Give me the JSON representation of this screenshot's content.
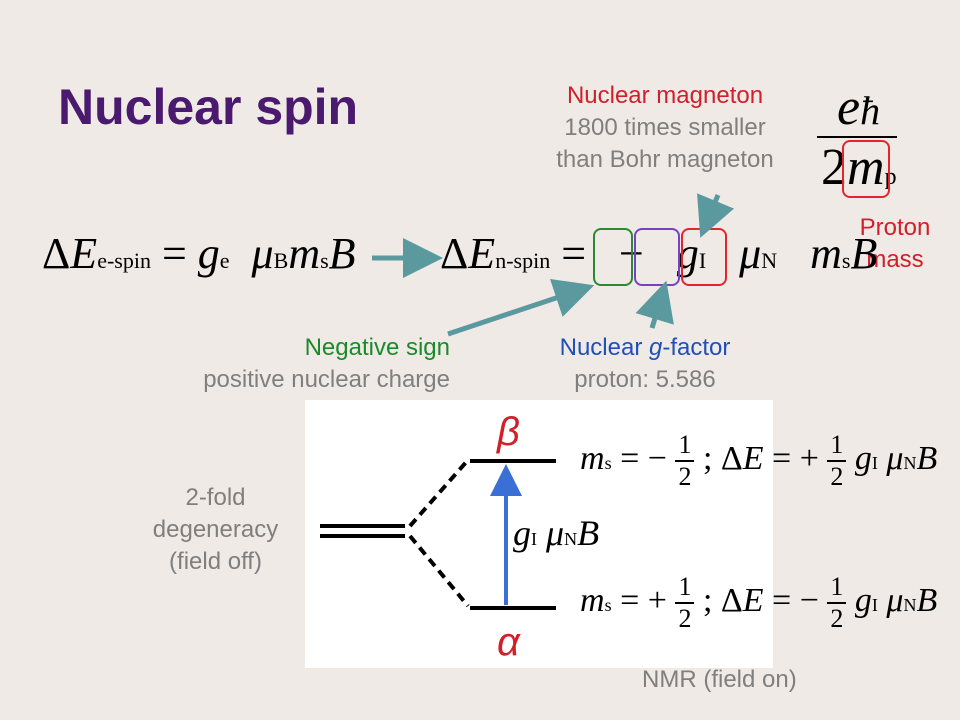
{
  "slide": {
    "title": "Nuclear spin"
  },
  "annotations": {
    "nuclear_magneton": "Nuclear magneton",
    "nm_desc_line1": "1800 times smaller",
    "nm_desc_line2": "than Bohr magneton",
    "proton_mass_line1": "Proton",
    "proton_mass_line2": "mass",
    "negative_sign": "Negative sign",
    "negative_sign_desc": "positive nuclear charge",
    "g_factor_prefix": "Nuclear ",
    "g_factor_g": "g",
    "g_factor_suffix": "-factor",
    "g_factor_value": "proton: 5.586"
  },
  "diagram": {
    "degeneracy_line1": "2-fold",
    "degeneracy_line2": "degeneracy",
    "degeneracy_line3": "(field off)",
    "beta_label": "β",
    "alpha_label": "α",
    "nmr_label": "NMR (field on)"
  },
  "colors": {
    "title": "#4a1a6e",
    "red": "#d0202a",
    "green": "#1b8a2a",
    "blue": "#1f4fb8",
    "arrow_teal": "#5a9a9e",
    "transition_arrow": "#3a6fd6"
  }
}
